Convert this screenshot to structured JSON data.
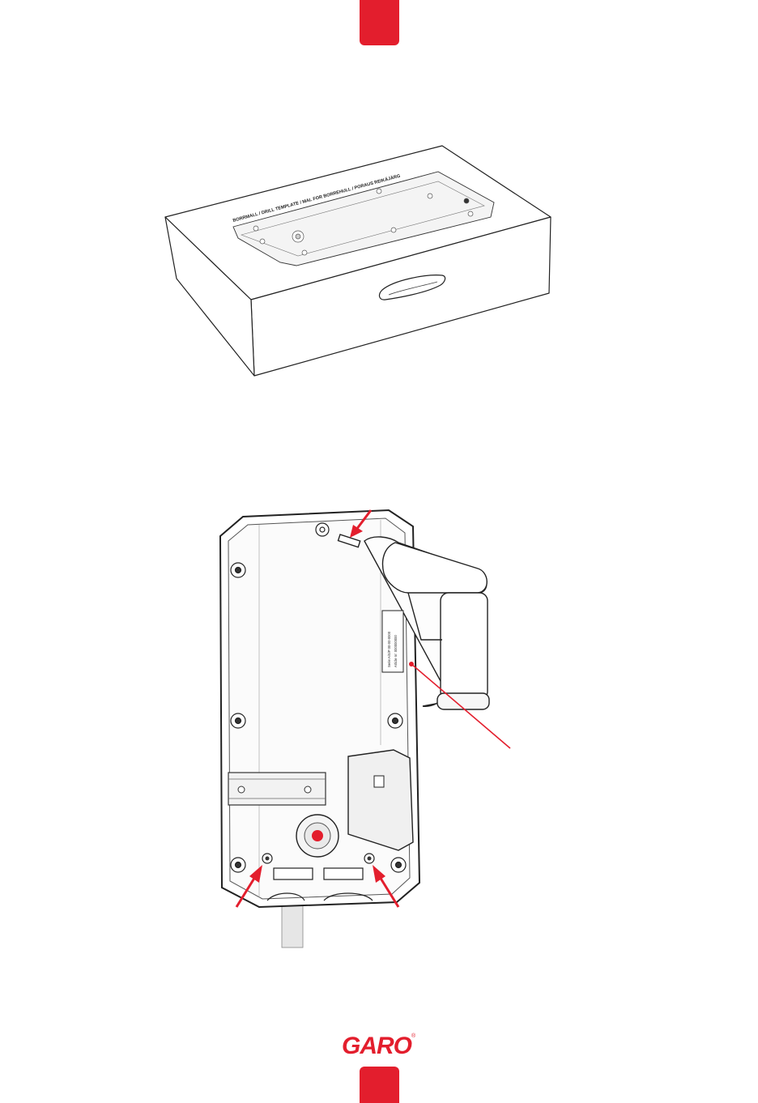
{
  "page": {
    "background": "#ffffff",
    "accent_color": "#e31e2d"
  },
  "box_figure": {
    "template_label": "BORRMALL / DRILL TEMPLATE / MAL FOR BORREHULL / PORAUS REIKÄJÄRG"
  },
  "label_sticker": {
    "line1": "Serie:A/S/P 00-00-0000",
    "line2": "Article nr: 000000000"
  },
  "logo": {
    "text": "GARO",
    "registered_mark": "®",
    "color": "#e31e2d"
  }
}
